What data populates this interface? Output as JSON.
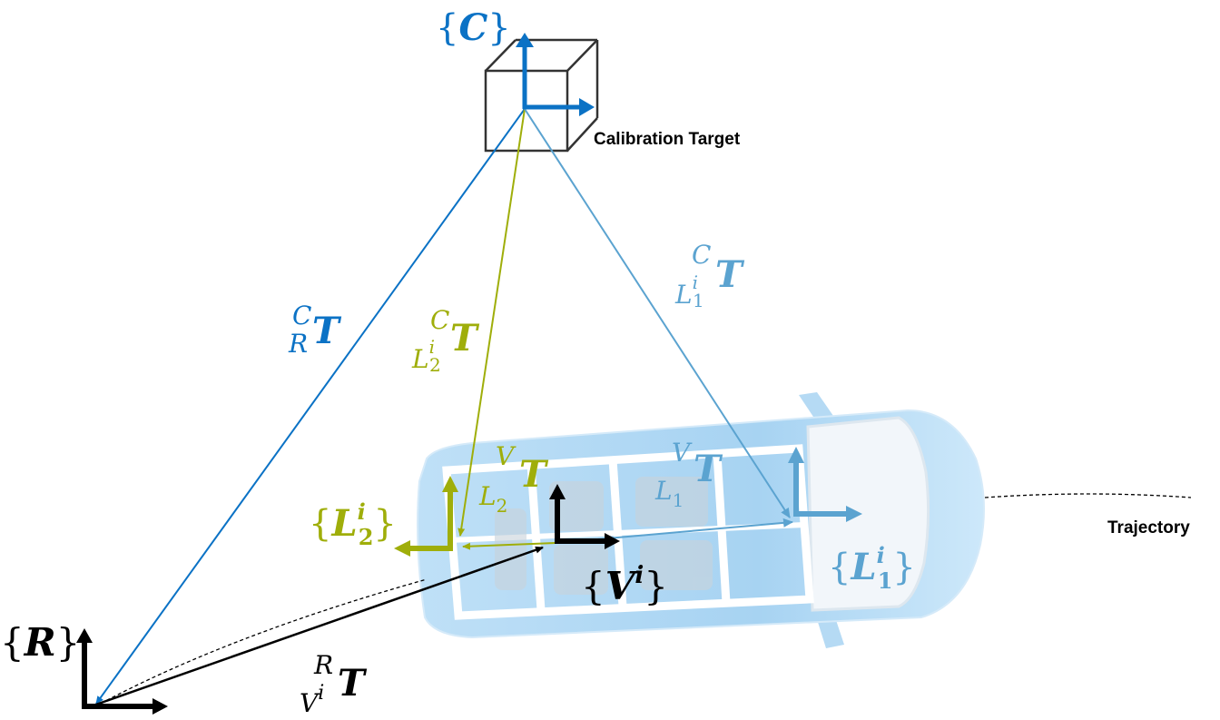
{
  "colors": {
    "C": "#0B72C5",
    "R": "#000000",
    "V": "#000000",
    "L1": "#5BA3D0",
    "L2": "#9FAE0A",
    "cube": "#333333",
    "car_body": "#A9D4F2",
    "car_frame": "#FFFFFF"
  },
  "labels": {
    "calibration_target": "Calibration Target",
    "trajectory": "Trajectory"
  },
  "frames": {
    "C": {
      "open": "{",
      "symbol": "C",
      "sup": "",
      "sub": "",
      "close": "}"
    },
    "R": {
      "open": "{",
      "symbol": "R",
      "sup": "",
      "sub": "",
      "close": "}"
    },
    "V": {
      "open": "{",
      "symbol": "V",
      "sup": "i",
      "sub": "",
      "close": "}"
    },
    "L1": {
      "open": "{",
      "symbol": "L",
      "sup": "i",
      "sub": "1",
      "close": "}"
    },
    "L2": {
      "open": "{",
      "symbol": "L",
      "sup": "i",
      "sub": "2",
      "close": "}"
    }
  },
  "transforms": {
    "C_R": {
      "sup": "C",
      "sub": "R",
      "subsup": "",
      "subsub": "",
      "T": "T"
    },
    "C_L2": {
      "sup": "C",
      "sub": "L",
      "subsup": "i",
      "subsub": "2",
      "T": "T"
    },
    "C_L1": {
      "sup": "C",
      "sub": "L",
      "subsup": "i",
      "subsub": "1",
      "T": "T"
    },
    "V_L2": {
      "sup": "V",
      "sub": "L",
      "subsup": "",
      "subsub": "2",
      "T": "T"
    },
    "V_L1": {
      "sup": "V",
      "sub": "L",
      "subsup": "",
      "subsub": "1",
      "T": "T"
    },
    "R_V": {
      "sup": "R",
      "sub": "V",
      "subsup": "i",
      "subsub": "",
      "T": "T"
    }
  }
}
